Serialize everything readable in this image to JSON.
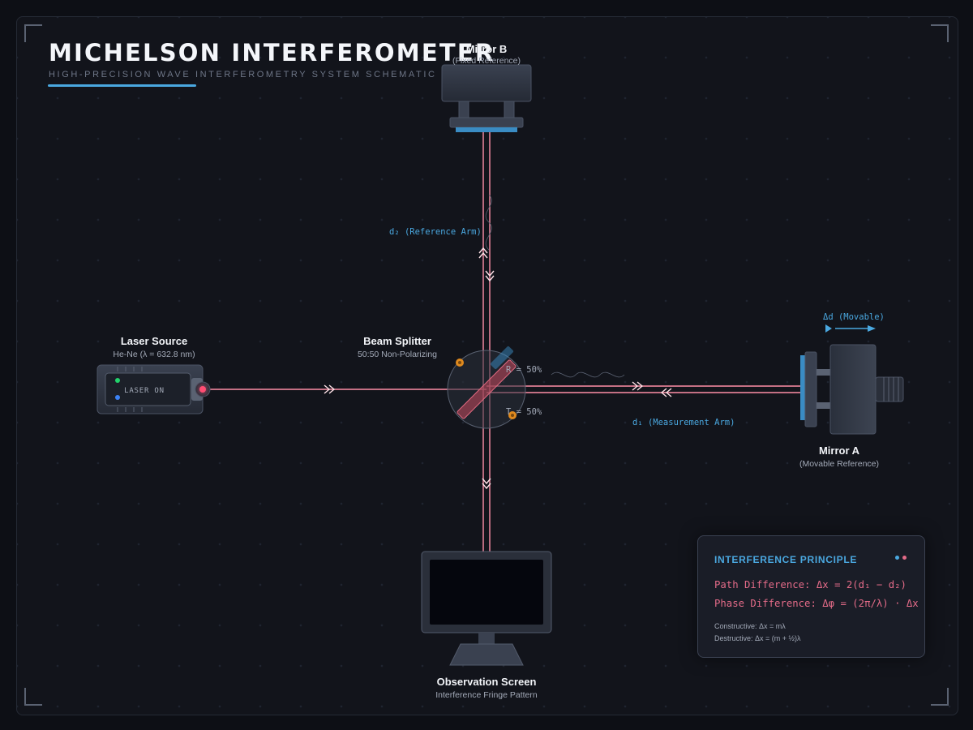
{
  "header": {
    "title": "MICHELSON INTERFEROMETER",
    "subtitle": "HIGH-PRECISION WAVE INTERFEROMETRY SYSTEM SCHEMATIC"
  },
  "components": {
    "laser": {
      "name": "Laser Source",
      "spec": "He-Ne (λ = 632.8 nm)",
      "status": "LASER ON"
    },
    "splitter": {
      "name": "Beam Splitter",
      "spec": "50:50 Non-Polarizing",
      "reflect": "R = 50%",
      "transmit": "T = 50%"
    },
    "mirror_a": {
      "name": "Mirror A",
      "spec": "(Movable Reference)"
    },
    "mirror_b": {
      "name": "Mirror B",
      "spec": "(Fixed Reference)"
    },
    "screen": {
      "name": "Observation Screen",
      "spec": "Interference Fringe Pattern"
    }
  },
  "annotations": {
    "reference_arm": "d₂ (Reference Arm)",
    "measurement_arm": "d₁ (Measurement Arm)",
    "movable": "Δd (Movable)"
  },
  "info_panel": {
    "title": "INTERFERENCE PRINCIPLE",
    "path_difference": "Path Difference: Δx = 2(d₁ − d₂)",
    "phase_difference": "Phase Difference: Δφ = (2π/λ) · Δx",
    "constructive": "Constructive: Δx = mλ",
    "destructive": "Destructive: Δx = (m + ½)λ"
  },
  "colors": {
    "beam": "#ff3a63",
    "accent": "#4aa8e0",
    "background": "#12141b",
    "led_green": "#22d36b",
    "led_blue": "#3b82f6",
    "screw": "#e08a1e"
  }
}
